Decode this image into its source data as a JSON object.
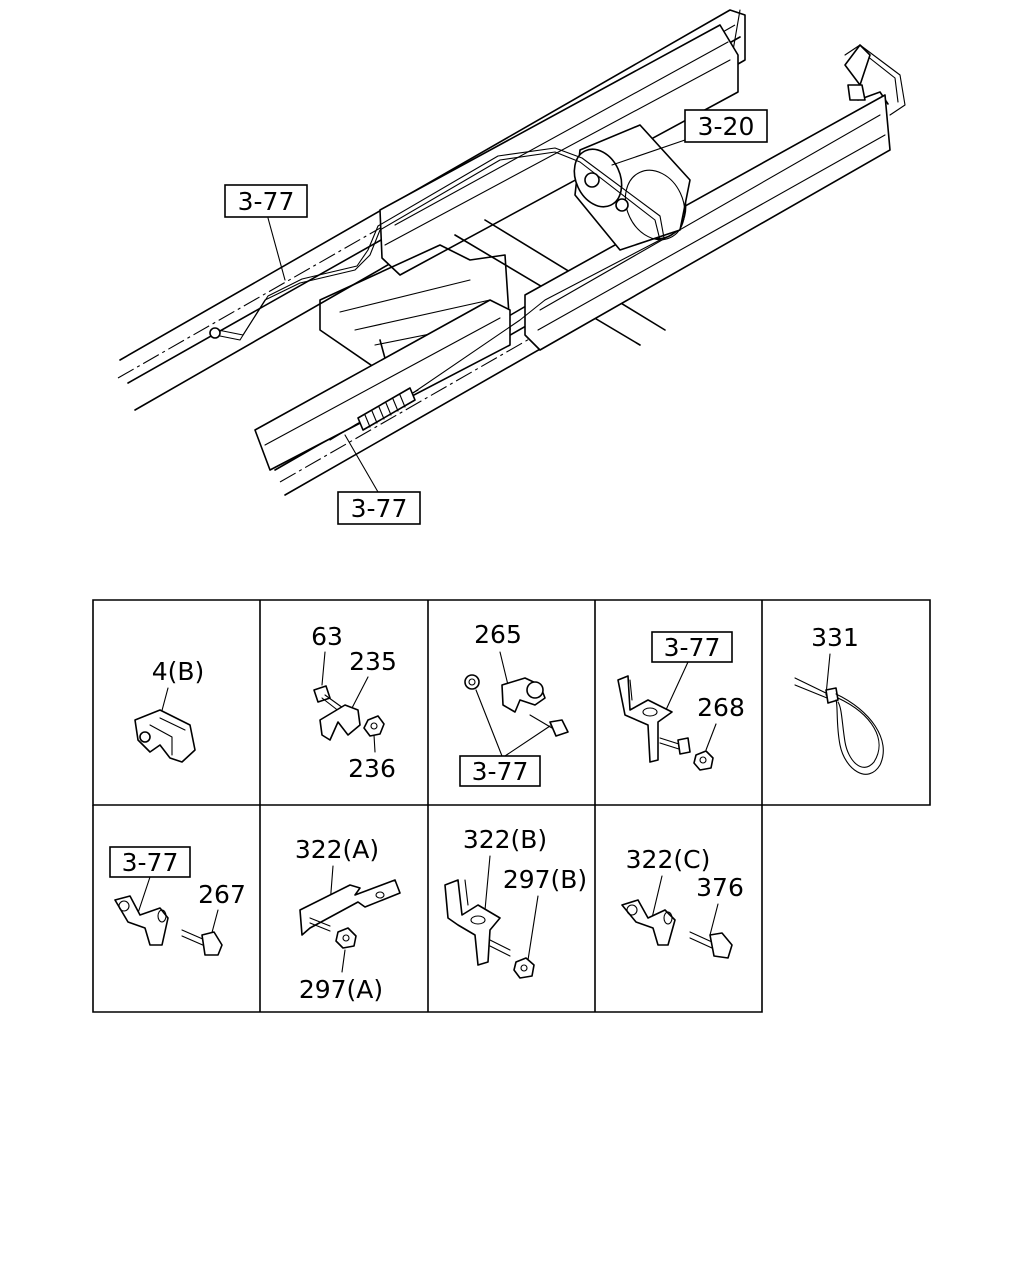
{
  "main_callouts": {
    "top_right_ref": "3-20",
    "left_ref": "3-77",
    "bottom_ref": "3-77"
  },
  "parts_table": {
    "cells": [
      {
        "id": "c1",
        "labels": [
          "4(B)"
        ]
      },
      {
        "id": "c2",
        "labels": [
          "63",
          "235",
          "236"
        ]
      },
      {
        "id": "c3",
        "labels": [
          "265",
          "3-77"
        ]
      },
      {
        "id": "c4",
        "labels": [
          "3-77",
          "268"
        ]
      },
      {
        "id": "c5",
        "labels": [
          "331"
        ]
      },
      {
        "id": "c6",
        "labels": [
          "3-77",
          "267"
        ]
      },
      {
        "id": "c7",
        "labels": [
          "322(A)",
          "297(A)"
        ]
      },
      {
        "id": "c8",
        "labels": [
          "322(B)",
          "297(B)"
        ]
      },
      {
        "id": "c9",
        "labels": [
          "322(C)",
          "376"
        ]
      }
    ]
  }
}
